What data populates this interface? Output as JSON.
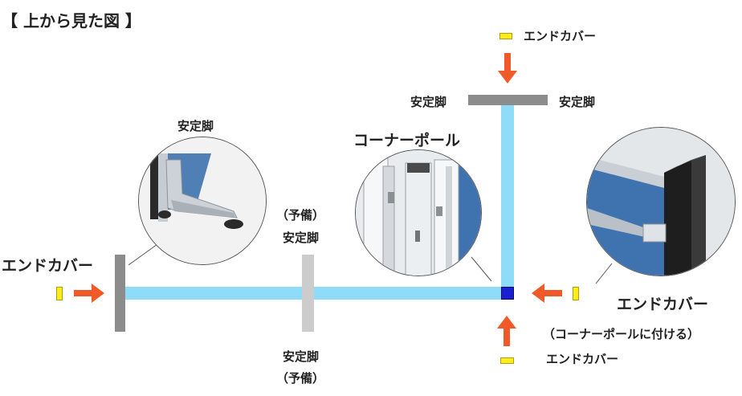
{
  "title": "【 上から見た図 】",
  "labels": {
    "end_cover_top": "エンドカバー",
    "end_cover_left": "エンドカバー",
    "end_cover_right": "エンドカバー",
    "end_cover_bottom": "エンドカバー",
    "corner_note": "（コーナーポールに付ける）",
    "stand_foot_top_left": "安定脚",
    "stand_foot_top_right": "安定脚",
    "stand_foot_circle": "安定脚",
    "spare_top_line1": "（予備）",
    "spare_top_line2": "安定脚",
    "spare_bottom_line1": "安定脚",
    "spare_bottom_line2": "（予備）",
    "corner_pole": "コーナーポール"
  },
  "icons": {
    "arrow": "orange-arrow-icon",
    "end_cover_marker": "yellow-end-cover-icon"
  },
  "colors": {
    "panel_beam": "#8fdcf8",
    "foot_dark": "#8c8c8c",
    "foot_light": "#cccccc",
    "arrow": "#f05a28",
    "end_cover": "#ffec1f",
    "corner_pole": "#1a1fd0"
  }
}
